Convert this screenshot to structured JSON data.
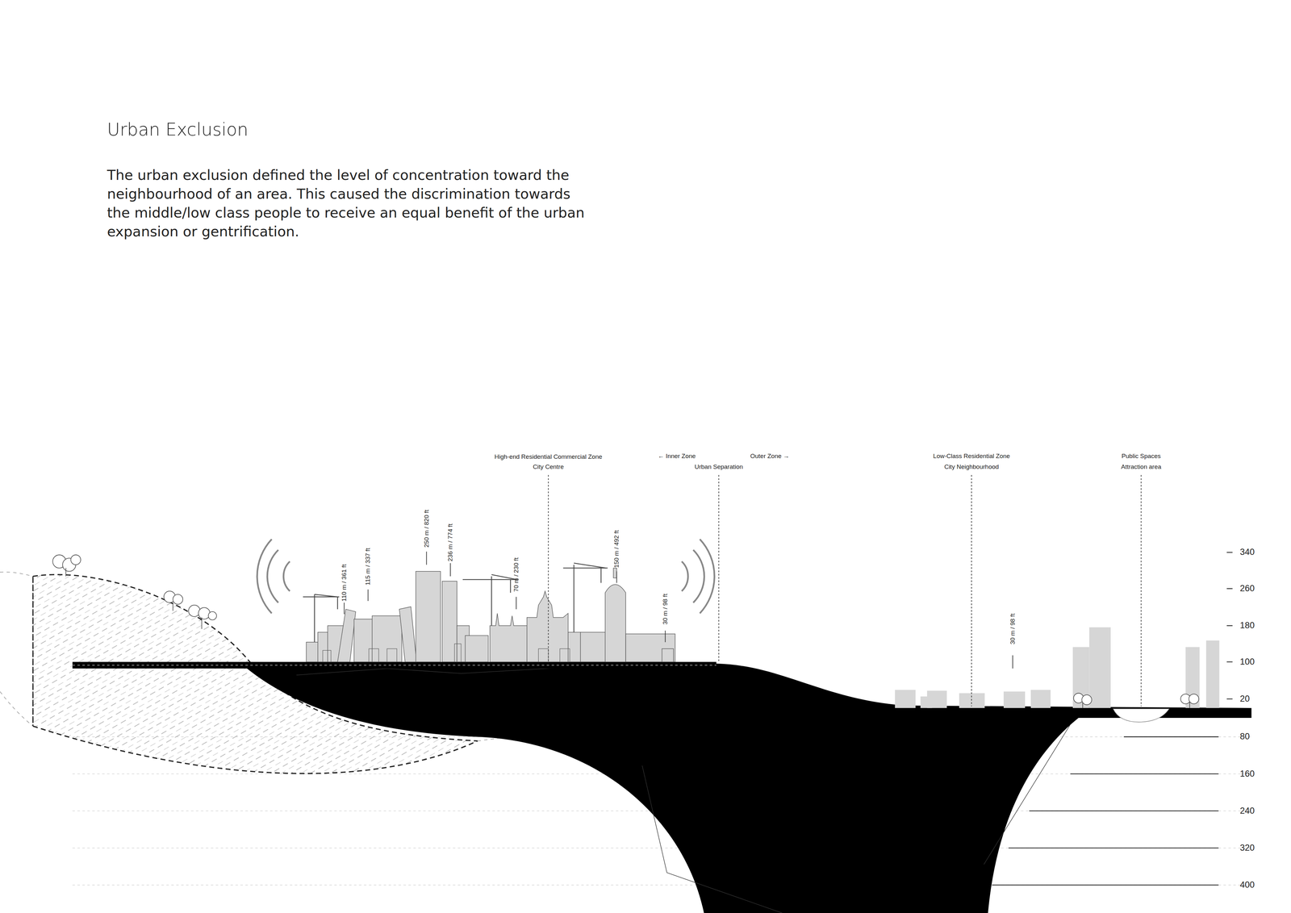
{
  "diagram": {
    "title": "Urban Exclusion",
    "caption": "The urban exclusion defined the level of concentration toward the neighbourhood of an area. This caused the discrimination towards the middle/low class people to receive an equal benefit of the urban expansion or gentrification.",
    "labels": [
      "High-end Residential Commercial Zone",
      "City Centre",
      "← Inner Zone",
      "Outer Zone →",
      "Urban Separation",
      "Low-Class Residential Zone",
      "City Neighbourhood",
      "Public Spaces",
      "Attraction area",
      "110 m / 361 ft",
      "115 m / 337 ft",
      "250 m / 820 ft",
      "236 m / 774 ft",
      "70 m / 230 ft",
      "150 m / 492 ft",
      "30 m / 98 ft",
      "30 m / 98 ft",
      "340",
      "260",
      "180",
      "100",
      "20",
      "80",
      "160",
      "240",
      "320",
      "400"
    ]
  }
}
